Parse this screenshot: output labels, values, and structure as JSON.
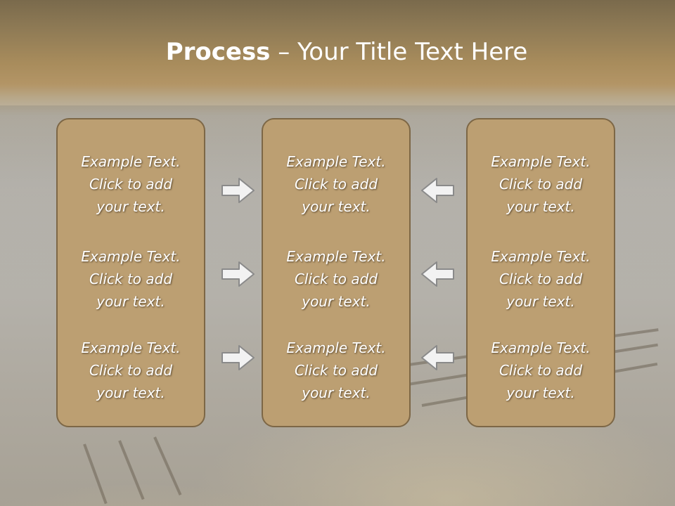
{
  "slide": {
    "title_bold": "Process",
    "title_rest": " – Your Title Text Here",
    "columns": [
      {
        "blocks": [
          {
            "line1": "Example Text.",
            "line2": "Click  to add",
            "line3": "your text."
          },
          {
            "line1": "Example Text.",
            "line2": "Click  to add",
            "line3": "your text."
          },
          {
            "line1": "Example Text.",
            "line2": "Click  to add",
            "line3": "your text."
          }
        ]
      },
      {
        "blocks": [
          {
            "line1": "Example Text.",
            "line2": "Click  to add",
            "line3": "your text."
          },
          {
            "line1": "Example Text.",
            "line2": "Click  to add",
            "line3": "your text."
          },
          {
            "line1": "Example Text.",
            "line2": "Click  to add",
            "line3": "your text."
          }
        ]
      },
      {
        "blocks": [
          {
            "line1": "Example Text.",
            "line2": "Click  to add",
            "line3": "your text."
          },
          {
            "line1": "Example Text.",
            "line2": "Click  to add",
            "line3": "your text."
          },
          {
            "line1": "Example Text.",
            "line2": "Click  to add",
            "line3": "your text."
          }
        ]
      }
    ],
    "arrows": {
      "left_side": [
        "arrow-right-icon",
        "arrow-right-icon",
        "arrow-right-icon"
      ],
      "right_side": [
        "arrow-left-icon",
        "arrow-left-icon",
        "arrow-left-icon"
      ]
    }
  },
  "colors": {
    "card_fill": "#bc9f72",
    "card_border": "#7d6746",
    "title_text": "#ffffff",
    "arrow_fill": "#f2f2f2",
    "arrow_stroke": "#8a8a8a"
  }
}
